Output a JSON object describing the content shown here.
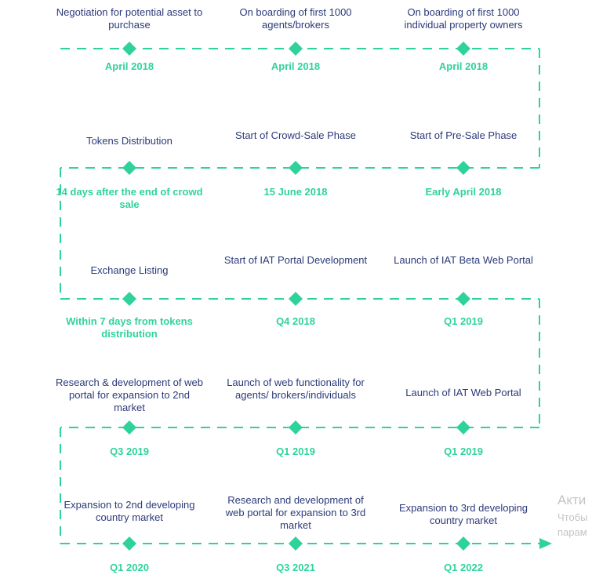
{
  "roadmap": {
    "accent_color": "#2fd39a",
    "title_color": "#2b3a7a",
    "milestones": [
      {
        "title": "Negotiation for potential asset to purchase",
        "date": "April 2018"
      },
      {
        "title": "On boarding of first 1000 agents/brokers",
        "date": "April 2018"
      },
      {
        "title": "On boarding of first 1000 individual property owners",
        "date": "April 2018"
      },
      {
        "title": "Start of Pre-Sale Phase",
        "date": "Early April 2018"
      },
      {
        "title": "Start of Crowd-Sale Phase",
        "date": "15 June 2018"
      },
      {
        "title": "Tokens Distribution",
        "date": "14 days after the end of crowd sale"
      },
      {
        "title": "Exchange Listing",
        "date": "Within 7 days from tokens distribution"
      },
      {
        "title": "Start of IAT Portal Development",
        "date": "Q4 2018"
      },
      {
        "title": "Launch of IAT Beta Web Portal",
        "date": "Q1 2019"
      },
      {
        "title": "Launch of IAT Web Portal",
        "date": "Q1 2019"
      },
      {
        "title": "Launch of web functionality for agents/ brokers/individuals",
        "date": "Q1 2019"
      },
      {
        "title": "Research & development of web portal for expansion to 2nd market",
        "date": "Q3 2019"
      },
      {
        "title": "Expansion to 2nd developing country market",
        "date": "Q1 2020"
      },
      {
        "title": "Research and development of web portal for expansion to 3rd market",
        "date": "Q3 2021"
      },
      {
        "title": "Expansion to 3rd developing country market",
        "date": "Q1 2022"
      }
    ]
  },
  "watermark": {
    "line1": "Акти",
    "line2": "Чтобы",
    "line3": "парам"
  }
}
